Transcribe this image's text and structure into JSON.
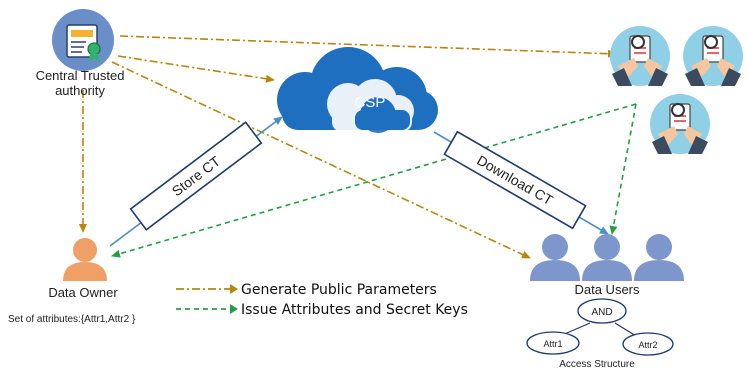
{
  "authority": {
    "label_line1": "Central Trusted",
    "label_line2": "authority",
    "icon": "certificate-icon"
  },
  "csp": {
    "label": "CSP",
    "icon": "cloud-icon"
  },
  "owner": {
    "label": "Data Owner",
    "attributes": "Set of attributes:{Attr1,Attr2 }",
    "icon": "person-icon"
  },
  "users": {
    "label": "Data Users",
    "icon": "user-group-icon"
  },
  "verifiers": {
    "icon": "verifier-icon"
  },
  "flows": {
    "store": "Store CT",
    "download": "Download CT"
  },
  "legend": [
    {
      "label": "Generate Public Parameters",
      "style": "dash-dot",
      "color": "#b8860b"
    },
    {
      "label": "Issue Attributes and Secret Keys",
      "style": "dashed",
      "color": "#22a044"
    }
  ],
  "access_structure": {
    "root": "AND",
    "left": "Attr1",
    "right": "Attr2",
    "caption": "Access Structure"
  },
  "colors": {
    "gold": "#b8860b",
    "green": "#22a044",
    "blue_line": "#4a90c8",
    "cloud": "#1f6fc0",
    "person_owner": "#f0a066",
    "person_user": "#7d96cc"
  }
}
